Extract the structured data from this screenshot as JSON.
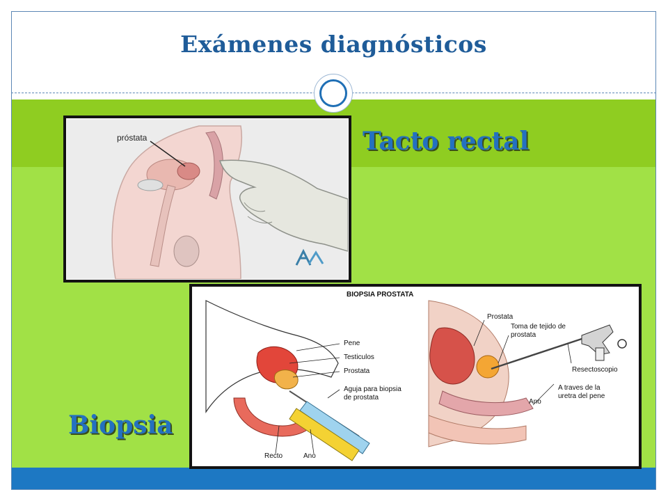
{
  "slide": {
    "title": "Exámenes diagnósticos",
    "colors": {
      "title": "#1f5c99",
      "band_top": "#8fcd21",
      "band_main": "#a1e146",
      "band_bottom": "#1d78c3",
      "heading": "#2471c0"
    }
  },
  "sections": {
    "tacto": "Tacto rectal",
    "biopsia": "Biopsia"
  },
  "image_tacto": {
    "label": "próstata"
  },
  "image_biopsia": {
    "title": "BIOPSIA  PROSTATA",
    "left_labels": {
      "pene": "Pene",
      "testiculos": "Testiculos",
      "prostata": "Prostata",
      "aguja": "Aguja para biopsia\nde prostata",
      "recto": "Recto",
      "ano": "Ano"
    },
    "right_labels": {
      "prostata": "Prostata",
      "toma": "Toma de tejido de\nprostata",
      "resectoscopio": "Resectoscopio",
      "traves": "A traves de la\nuretra del pene",
      "ano": "Ano"
    }
  }
}
